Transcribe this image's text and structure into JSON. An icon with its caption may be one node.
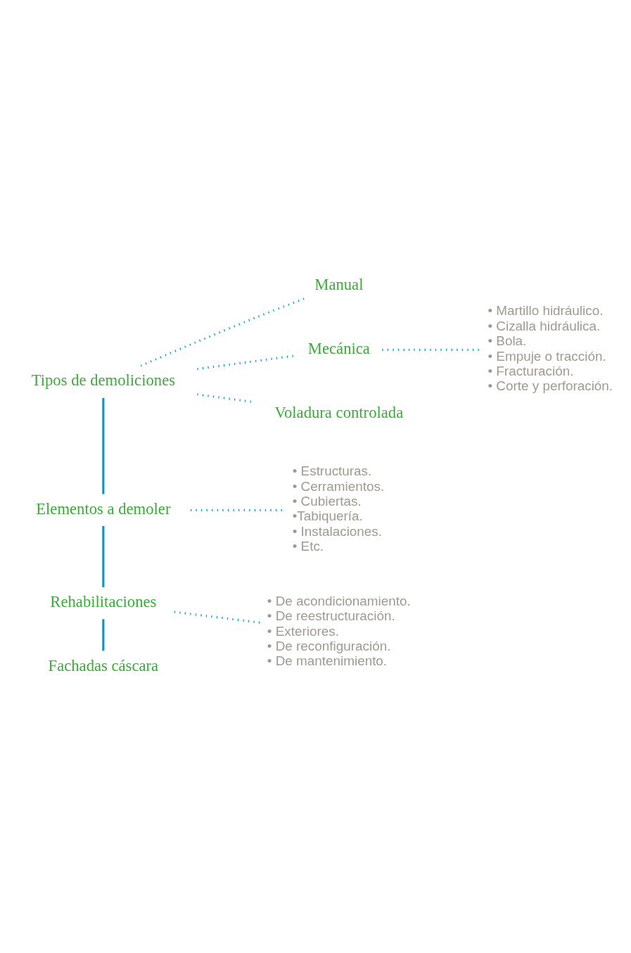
{
  "diagram": {
    "nodes": [
      {
        "text": [
          "Tipos de demoliciones"
        ]
      },
      {
        "text": [
          "Manual"
        ]
      },
      {
        "text": [
          "Mecánica"
        ]
      },
      {
        "text": [
          "Voladura controlada"
        ]
      },
      {
        "text": [
          "• Martillo hidráulico.",
          "• Cizalla hidráulica.",
          "• Bola.",
          "• Empuje o tracción.",
          "• Fracturación.",
          "• Corte y perforación."
        ]
      },
      {
        "text": [
          "Elementos a demoler"
        ]
      },
      {
        "text": [
          "• Estructuras.",
          "• Cerramientos.",
          "• Cubiertas.",
          "•Tabiquería.",
          "• Instalaciones.",
          "• Etc."
        ]
      },
      {
        "text": [
          "Rehabilitaciones"
        ]
      },
      {
        "text": [
          "• De acondicionamiento.",
          "• De reestructuración.",
          "• Exteriores.",
          "• De reconfiguración.",
          "• De mantenimiento."
        ]
      },
      {
        "text": [
          "Fachadas cáscara"
        ]
      }
    ],
    "edges": [
      {
        "from": 0,
        "to": 1,
        "arrow": "none",
        "style": "dashed"
      },
      {
        "from": 0,
        "to": 2,
        "arrow": "none",
        "style": "dashed"
      },
      {
        "from": 0,
        "to": 3,
        "arrow": "none",
        "style": "dashed"
      },
      {
        "from": 2,
        "to": 4,
        "arrow": "none",
        "style": "dashed"
      },
      {
        "from": 0,
        "to": 5,
        "arrow": "none"
      },
      {
        "from": 5,
        "to": 6,
        "arrow": "none",
        "style": "dashed"
      },
      {
        "from": 5,
        "to": 7,
        "arrow": "none"
      },
      {
        "from": 7,
        "to": 8,
        "arrow": "none",
        "style": "dashed"
      },
      {
        "from": 7,
        "to": 9,
        "arrow": "none"
      }
    ]
  }
}
